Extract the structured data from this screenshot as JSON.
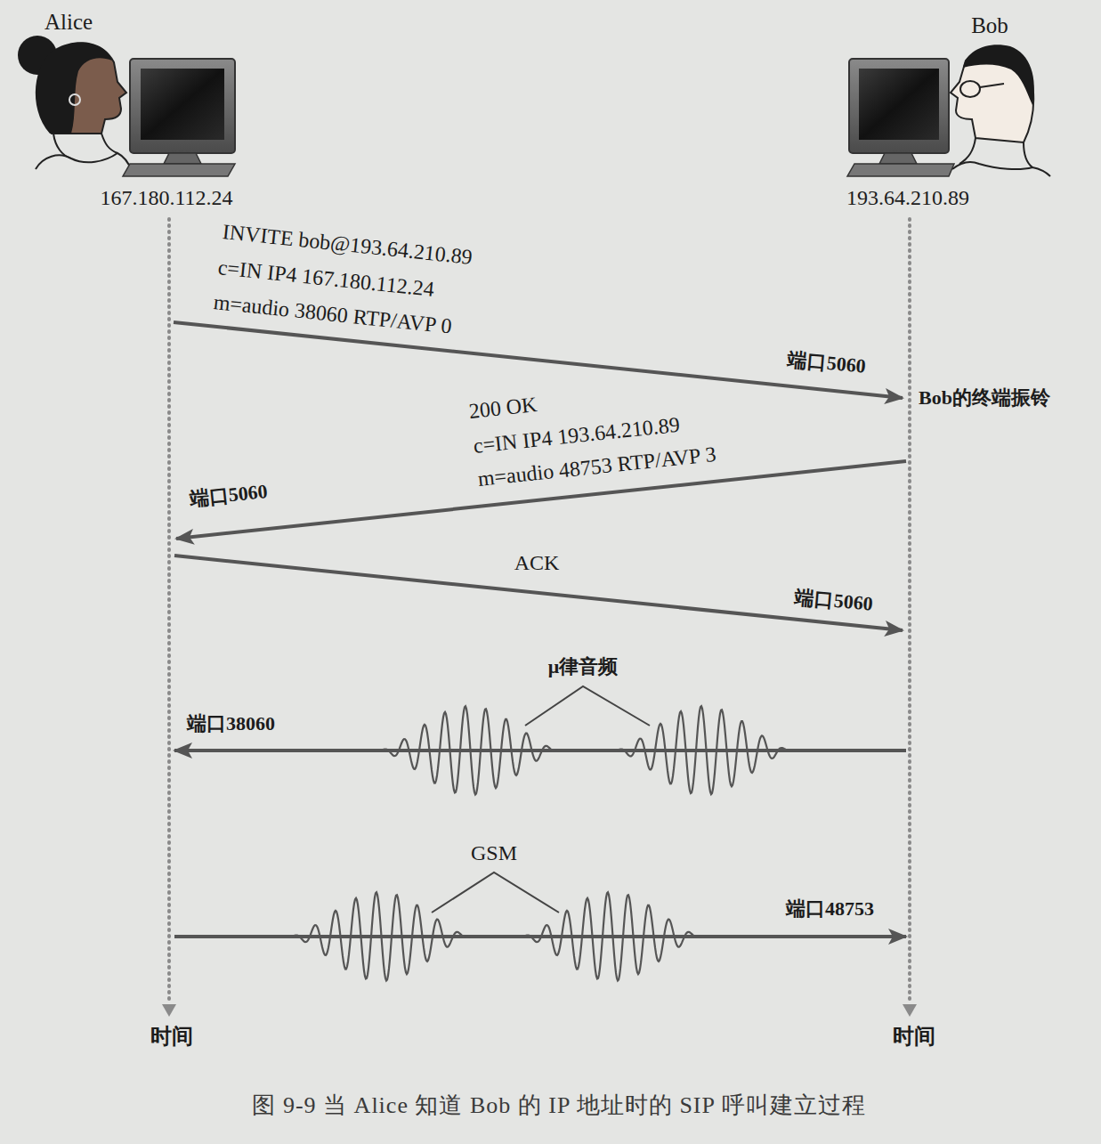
{
  "diagram": {
    "caption": "图 9-9 当 Alice 知道 Bob 的 IP 地址时的 SIP 呼叫建立过程",
    "labels": [
      "Alice",
      "Bob",
      "167.180.112.24",
      "193.64.210.89",
      "INVITE bob@193.64.210.89",
      "c=IN IP4 167.180.112.24",
      "m=audio 38060 RTP/AVP 0",
      "端口5060",
      "Bob的终端振铃",
      "200 OK",
      "c=IN IP4 193.64.210.89",
      "m=audio 48753 RTP/AVP 3",
      "端口5060",
      "ACK",
      "端口5060",
      "μ律音频",
      "端口38060",
      "GSM",
      "端口48753",
      "时间",
      "时间"
    ]
  }
}
